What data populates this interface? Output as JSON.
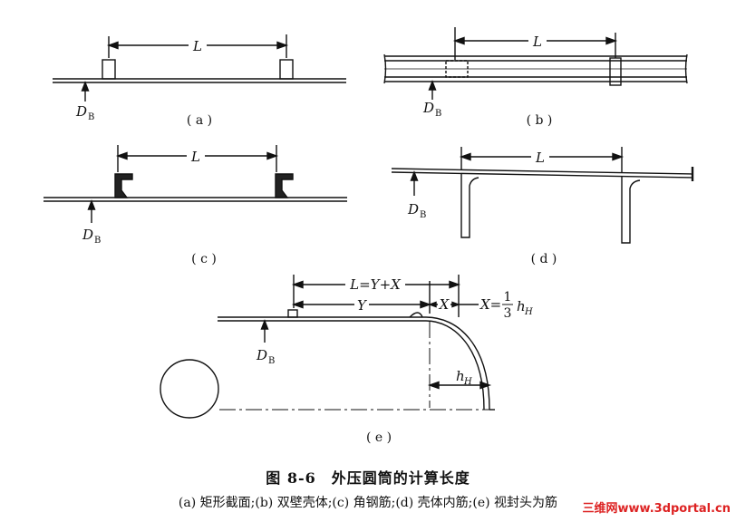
{
  "labels": {
    "length_L": "L",
    "diameter_D": "D",
    "diameter_sub": "B",
    "e_length": "L=Y+X",
    "e_y": "Y",
    "e_x": "X",
    "e_x_formula": "X=",
    "e_frac_num": "1",
    "e_frac_den": "3",
    "e_h": "h",
    "e_h_sub": "H"
  },
  "panels": {
    "a": "( a )",
    "b": "( b )",
    "c": "( c )",
    "d": "( d )",
    "e": "( e )"
  },
  "figure": {
    "title": "图 8-6　外压圆筒的计算长度",
    "caption": "(a) 矩形截面;(b) 双壁壳体;(c) 角钢筋;(d) 壳体内筋;(e) 视封头为筋",
    "watermark": "三维网www.3dportal.cn"
  }
}
